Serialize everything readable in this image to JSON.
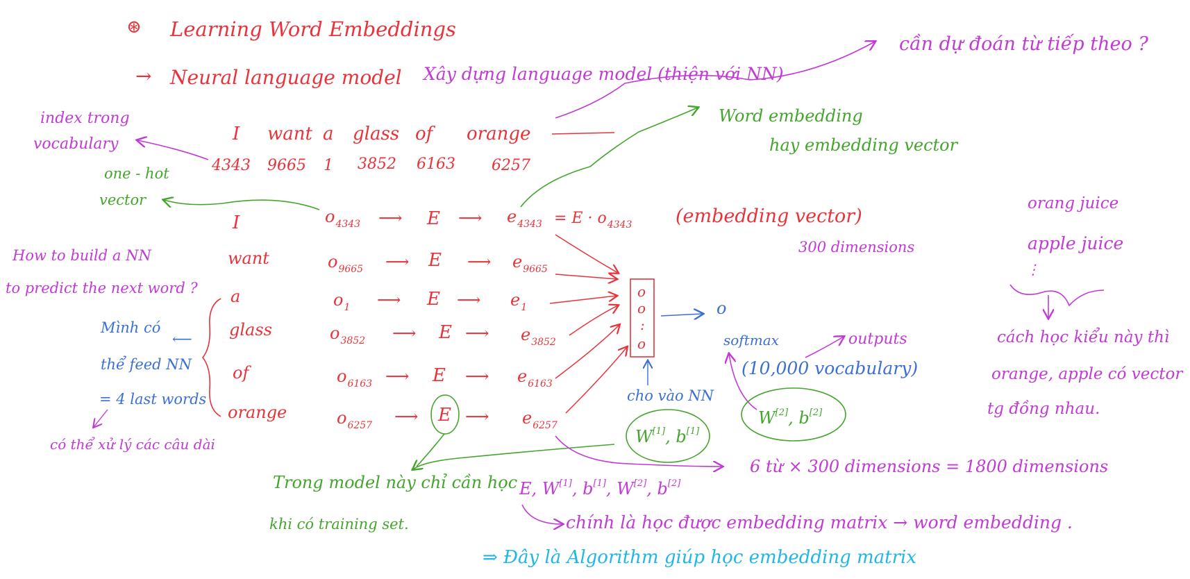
{
  "heading": {
    "marker": "⊛",
    "title": "Learning Word Embeddings",
    "arrow": "→",
    "subtitle": "Neural language model",
    "subtitle_note": "Xây dựng language model (thiện với NN)",
    "next_word_question": "cần dự đoán từ tiếp theo ?"
  },
  "index_note": {
    "line1": "index trong",
    "line2": "vocabulary"
  },
  "sentence": {
    "words": [
      "I",
      "want",
      "a",
      "glass",
      "of",
      "orange"
    ],
    "indices": [
      "4343",
      "9665",
      "1",
      "3852",
      "6163",
      "6257"
    ]
  },
  "word_embedding_note": {
    "line1": "Word embedding",
    "line2": "hay embedding vector"
  },
  "onehot_note": {
    "line1": "one - hot",
    "line2": "vector"
  },
  "rows": [
    {
      "word": "I",
      "o": "o",
      "o_sub": "4343",
      "arrow1": "⟶",
      "E": "E",
      "arrow2": "⟶",
      "e": "e",
      "e_sub": "4343",
      "formula": "= E · o",
      "formula_sub": "4343"
    },
    {
      "word": "want",
      "o": "o",
      "o_sub": "9665",
      "arrow1": "⟶",
      "E": "E",
      "arrow2": "⟶",
      "e": "e",
      "e_sub": "9665"
    },
    {
      "word": "a",
      "o": "o",
      "o_sub": "1",
      "arrow1": "⟶",
      "E": "E",
      "arrow2": "⟶",
      "e": "e",
      "e_sub": "1"
    },
    {
      "word": "glass",
      "o": "o",
      "o_sub": "3852",
      "arrow1": "⟶",
      "E": "E",
      "arrow2": "⟶",
      "e": "e",
      "e_sub": "3852"
    },
    {
      "word": "of",
      "o": "o",
      "o_sub": "6163",
      "arrow1": "⟶",
      "E": "E",
      "arrow2": "⟶",
      "e": "e",
      "e_sub": "6163"
    },
    {
      "word": "orange",
      "o": "o",
      "o_sub": "6257",
      "arrow1": "⟶",
      "E": "E",
      "arrow2": "⟶",
      "e": "e",
      "e_sub": "6257"
    }
  ],
  "embedding_vector_note": "(embedding vector)",
  "dimensions_note": "300 dimensions",
  "question": {
    "line1": "How to build a NN",
    "line2": "to predict the next word ?"
  },
  "feed_note": {
    "line1": "Mình có",
    "line2": "thể feed NN",
    "line3": "= 4 last words",
    "arrow": "⟵"
  },
  "long_sentence_note": "có thể xử lý các câu dài",
  "nn_layer": {
    "circles": [
      "o",
      "o",
      ":",
      "o"
    ],
    "output": "o"
  },
  "nn_input_note": "cho vào NN",
  "softmax": {
    "label": "softmax",
    "outputs": "outputs",
    "vocab": "(10,000 vocabulary)"
  },
  "params": {
    "layer1": {
      "w": "W",
      "w_sup": "[1]",
      "sep": ",",
      "b": "b",
      "b_sup": "[1]"
    },
    "layer2": {
      "w": "W",
      "w_sup": "[2]",
      "sep": ",",
      "b": "b",
      "b_sup": "[2]"
    }
  },
  "concat_note": "6 từ × 300 dimensions = 1800 dimensions",
  "learn_note": {
    "line1": "Trong model này chỉ cần học",
    "line2": "khi có training set."
  },
  "learn_params": {
    "text": "E, W",
    "sup1": "[1]",
    "b": ", b",
    "sup2": "[1]",
    "w2": ", W",
    "sup3": "[2]",
    "b2": ", b",
    "sup4": "[2]"
  },
  "conclusion": "chính là học được embedding matrix → word embedding .",
  "algorithm_note": "⇒ Đây là Algorithm giúp học embedding matrix",
  "juice_note": {
    "line1": "orang juice",
    "line2": "apple juice",
    "dots": "⋮",
    "expl1": "cách học kiểu này thì",
    "expl2": "orange, apple có vector",
    "expl3": "tg đồng nhau."
  },
  "colors": {
    "red": "#e8333a",
    "magenta": "#c23ad6",
    "green": "#43a52c",
    "blue": "#3b6fd6",
    "cyan": "#1fb6e8"
  }
}
